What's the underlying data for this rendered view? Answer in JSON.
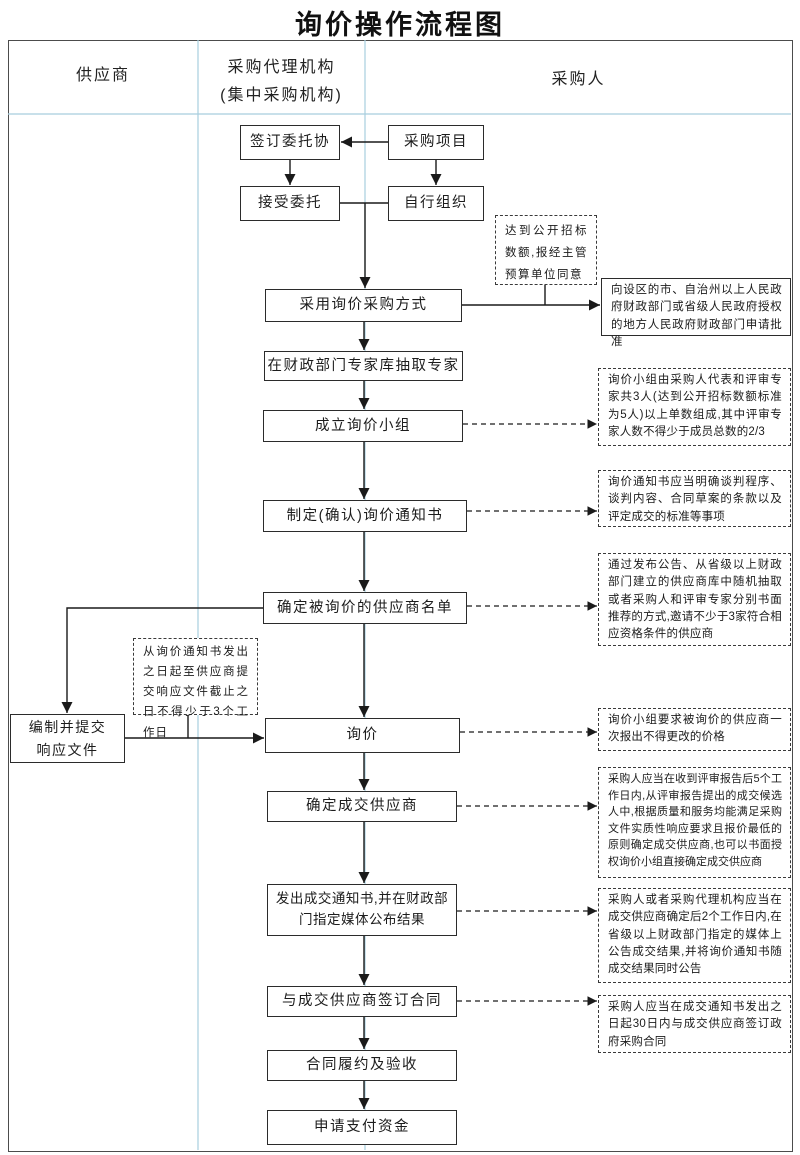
{
  "title": "询价操作流程图",
  "lanes": {
    "supplier": "供应商",
    "agency_line1": "采购代理机构",
    "agency_line2": "(集中采购机构)",
    "purchaser": "采购人"
  },
  "nodes": {
    "sign_agreement": "签订委托协",
    "procurement_project": "采购项目",
    "accept_entrust": "接受委托",
    "self_organize": "自行组织",
    "adopt_inquiry": "采用询价采购方式",
    "draw_experts": "在财政部门专家库抽取专家",
    "form_inquiry_team": "成立询价小组",
    "make_notice": "制定(确认)询价通知书",
    "determine_suppliers": "确定被询价的供应商名单",
    "prepare_response_line1": "编制并提交",
    "prepare_response_line2": "响应文件",
    "inquiry": "询价",
    "determine_winner": "确定成交供应商",
    "issue_notice_line1": "发出成交通知书,并在财政部",
    "issue_notice_line2": "门指定媒体公布结果",
    "sign_contract": "与成交供应商签订合同",
    "perform_contract": "合同履约及验收",
    "apply_payment": "申请支付资金"
  },
  "notes": {
    "threshold": "达到公开招标数额,报经主管预算单位同意",
    "approval": "向设区的市、自治州以上人民政府财政部门或省级人民政府授权的地方人民政府财政部门申请批准",
    "team": "询价小组由采购人代表和评审专家共3人(达到公开招标数额标准为5人)以上单数组成,其中评审专家人数不得少于成员总数的2/3",
    "notice": "询价通知书应当明确谈判程序、谈判内容、合同草案的条款以及评定成交的标准等事项",
    "suppliers": "通过发布公告、从省级以上财政部门建立的供应商库中随机抽取或者采购人和评审专家分别书面推荐的方式,邀请不少于3家符合相应资格条件的供应商",
    "deadline": "从询价通知书发出之日起至供应商提交响应文件截止之日不得少于3个工作日",
    "price": "询价小组要求被询价的供应商一次报出不得更改的价格",
    "winner": "采购人应当在收到评审报告后5个工作日内,从评审报告提出的成交候选人中,根据质量和服务均能满足采购文件实质性响应要求且报价最低的原则确定成交供应商,也可以书面授权询价小组直接确定成交供应商",
    "announce": "采购人或者采购代理机构应当在成交供应商确定后2个工作日内,在省级以上财政部门指定的媒体上公告成交结果,并将询价通知书随成交结果同时公告",
    "contract": "采购人应当在成交通知书发出之日起30日内与成交供应商签订政府采购合同"
  },
  "colors": {
    "lane_divider": "#a8cede",
    "line": "#1a1a1a",
    "box_border": "#2b2b2b"
  }
}
